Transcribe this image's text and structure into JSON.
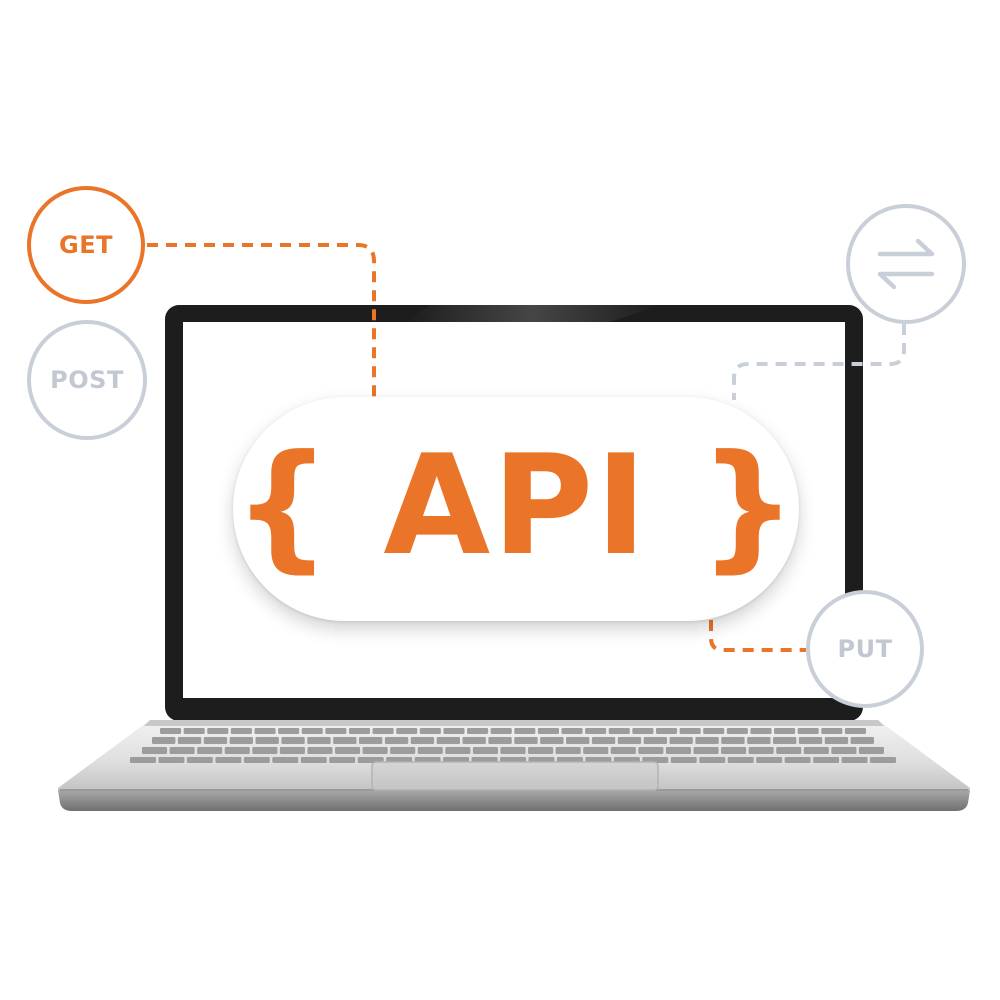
{
  "api_label": "{ API }",
  "methods": {
    "get": "GET",
    "post": "POST",
    "put": "PUT"
  },
  "icons": {
    "swap": "swap-arrows-icon"
  },
  "colors": {
    "accent": "#ea7427",
    "muted": "#c9cfd8",
    "bezel": "#1f1f1f",
    "body": "#dcdcdc"
  }
}
